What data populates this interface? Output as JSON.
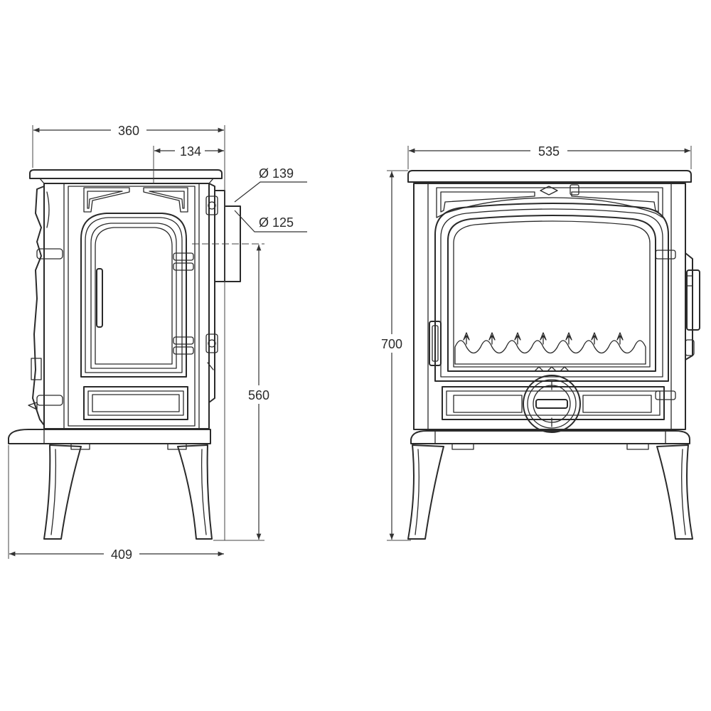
{
  "dimensions": {
    "side_width": "360",
    "flue_offset": "134",
    "flue_outer_diameter": "Ø 139",
    "flue_inner_diameter": "Ø 125",
    "flue_height": "560",
    "side_depth": "409",
    "front_width": "535",
    "total_height": "700"
  },
  "colors": {
    "line": "#2a2a2a",
    "background": "#ffffff"
  }
}
